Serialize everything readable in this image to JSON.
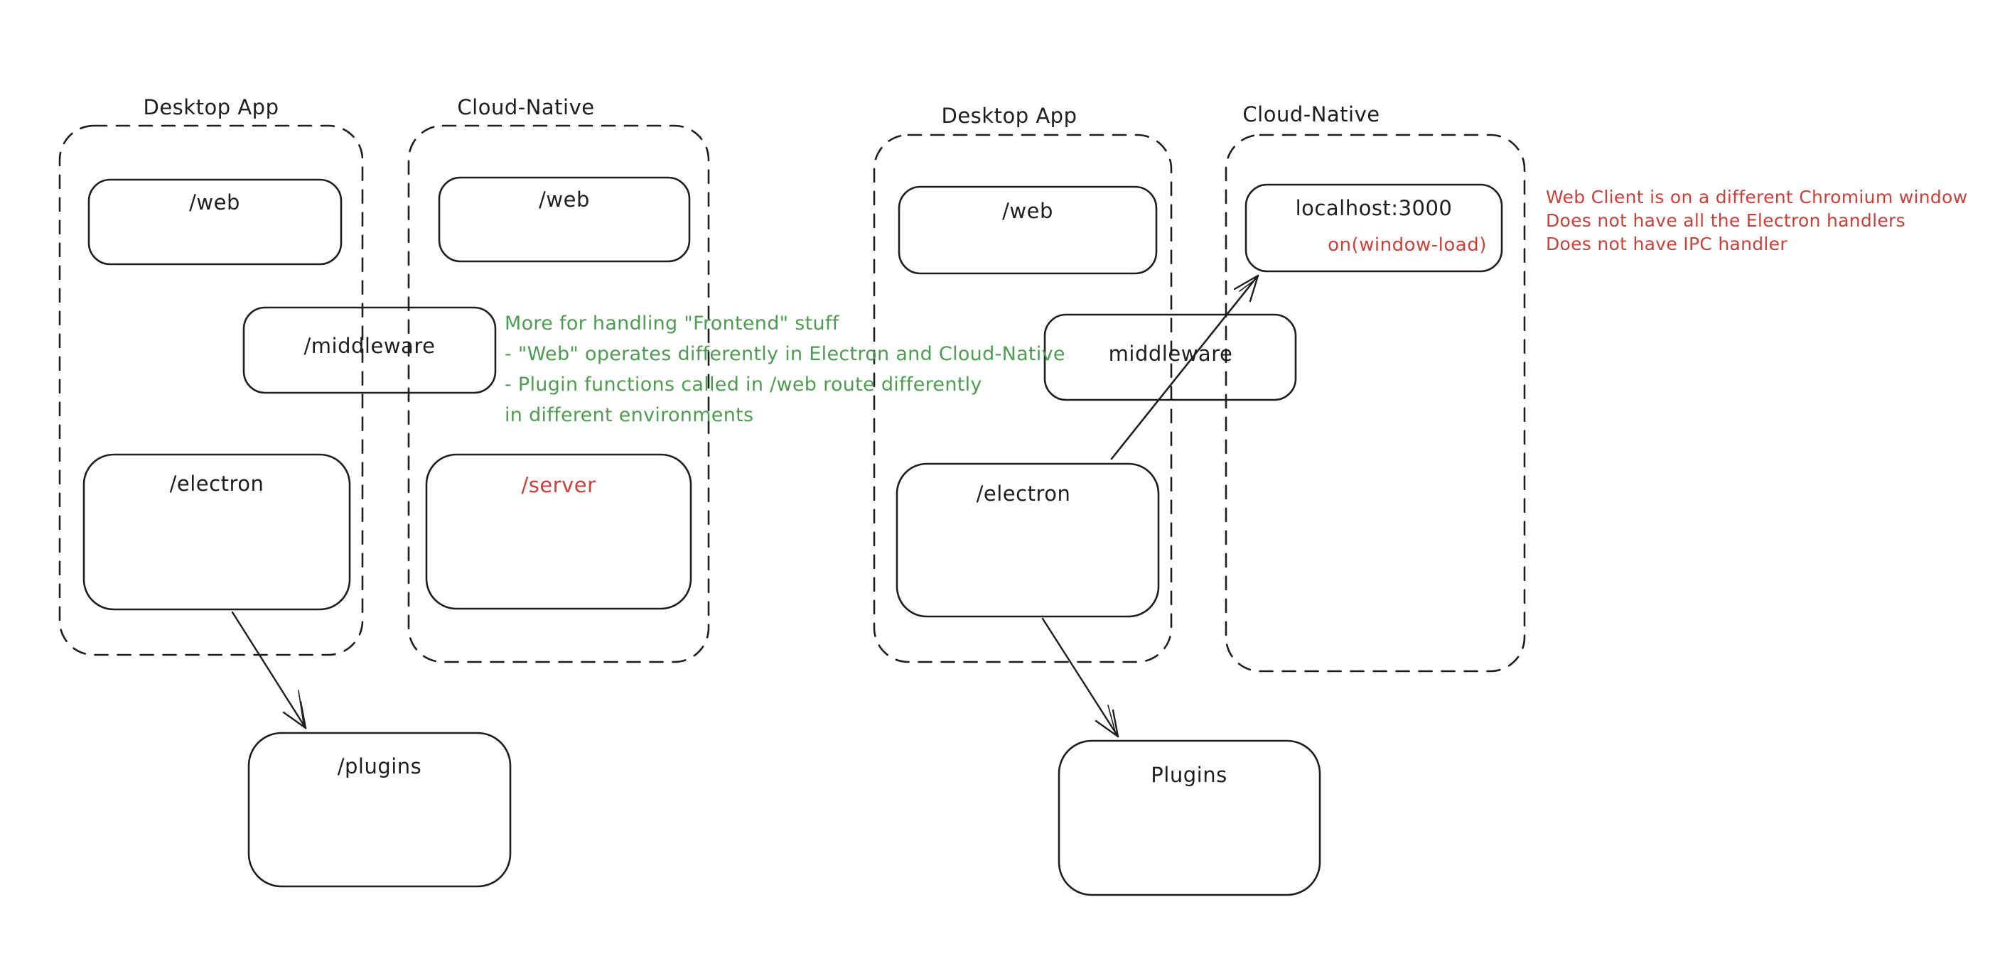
{
  "colors": {
    "stroke": "#1e1e1e",
    "green": "#4f9b52",
    "red": "#c8413a",
    "background": "#ffffff"
  },
  "diagram_left": {
    "desktop_group_label": "Desktop App",
    "cloud_group_label": "Cloud-Native",
    "web_desktop_label": "/web",
    "web_cloud_label": "/web",
    "middleware_label": "/middleware",
    "electron_label": "/electron",
    "server_label": "/server",
    "plugins_label": "/plugins"
  },
  "diagram_right": {
    "desktop_group_label": "Desktop App",
    "cloud_group_label": "Cloud-Native",
    "web_label": "/web",
    "localhost_label": "localhost:3000",
    "on_window_load_label": "on(window-load)",
    "middleware_label": "middleware",
    "electron_label": "/electron",
    "plugins_label": "Plugins"
  },
  "annotations": {
    "green_note": {
      "color": "#4f9b52",
      "lines": [
        "More for handling \"Frontend\" stuff",
        "- \"Web\" operates differently in Electron and Cloud-Native",
        "- Plugin functions called in /web route differently",
        "in different environments"
      ]
    },
    "red_note": {
      "color": "#c8413a",
      "lines": [
        "Web Client is on a different Chromium window",
        "Does not have all the Electron handlers",
        "Does not have IPC handler"
      ]
    }
  }
}
